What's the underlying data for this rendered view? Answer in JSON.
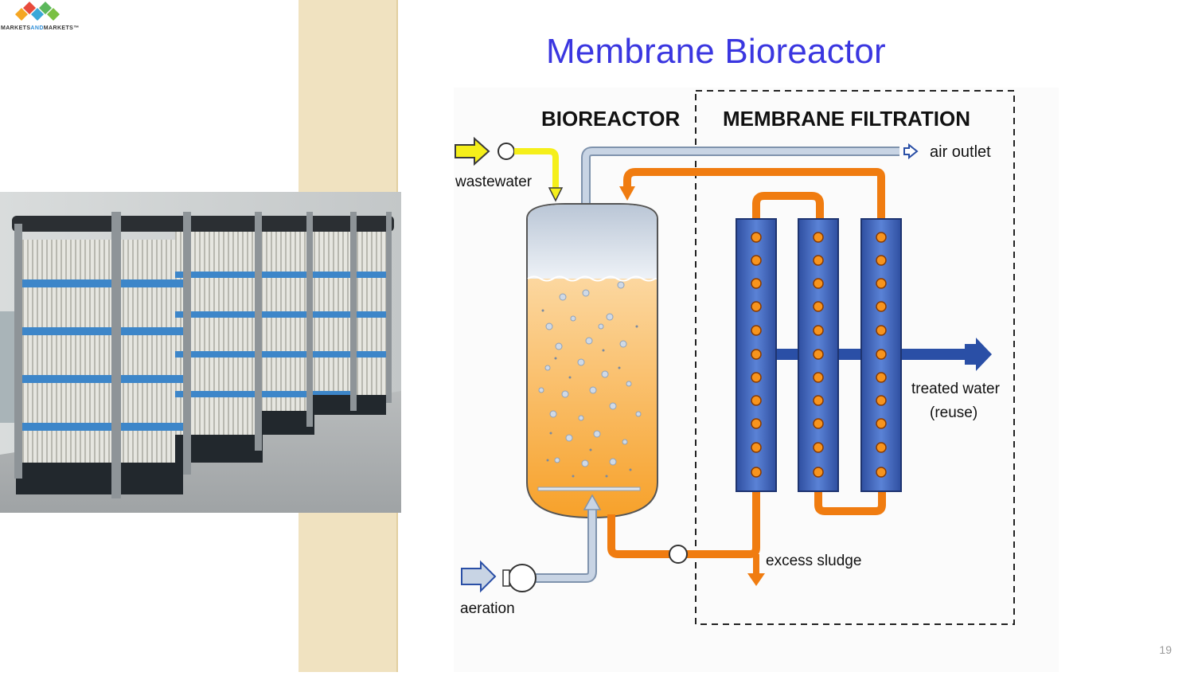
{
  "brand": {
    "part1": "MARKETS",
    "part2": "AND",
    "part3": "MARKETS",
    "tm": "™"
  },
  "slide": {
    "title": "Membrane Bioreactor",
    "page_number": "19"
  },
  "diagram": {
    "section_bioreactor": "BIOREACTOR",
    "section_membrane": "MEMBRANE FILTRATION",
    "label_wastewater": "wastewater",
    "label_air_outlet": "air outlet",
    "label_treated_water": "treated water",
    "label_reuse": "(reuse)",
    "label_excess_sludge": "excess sludge",
    "label_aeration": "aeration"
  },
  "colors": {
    "title": "#3a36e0",
    "sludge_pipe": "#f07c10",
    "air_pipe": "#b8c8dc",
    "membrane_blue": "#3a5fb5",
    "treated_water_pipe": "#2a4fa6",
    "wastewater_arrow": "#f5ef1a",
    "beige_band": "#f0e2c0"
  },
  "icons": [
    "logo-diamonds",
    "pump-icon",
    "blower-icon",
    "arrow-icon"
  ]
}
